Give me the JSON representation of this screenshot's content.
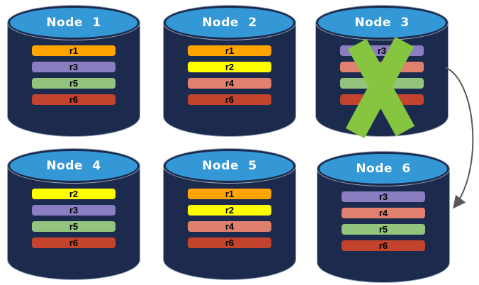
{
  "diagram": {
    "background": "#FFFFFF"
  },
  "colors": {
    "diagram_background": "#FFFFFF",
    "cylinder_body": "#1C2B4D",
    "cylinder_top": "#3498D6",
    "cylinder_outline": "#9AA7BD",
    "title_text": "#FFFFFF",
    "bar_text": "#000000",
    "x_mark": "#86C53F",
    "arrow": "#595959"
  },
  "replica_colors": {
    "r1": "#FFA400",
    "r2": "#FFFF00",
    "r3": "#8A7DC2",
    "r4": "#E0806E",
    "r5": "#93C47E",
    "r6": "#C4432C"
  },
  "nodes": [
    {
      "title": "Node 1",
      "failed": false,
      "replicas": [
        {
          "label": "r1",
          "color": "#FFA400"
        },
        {
          "label": "r3",
          "color": "#8A7DC2"
        },
        {
          "label": "r5",
          "color": "#93C47E"
        },
        {
          "label": "r6",
          "color": "#C4432C"
        }
      ]
    },
    {
      "title": "Node 2",
      "failed": false,
      "replicas": [
        {
          "label": "r1",
          "color": "#FFA400"
        },
        {
          "label": "r2",
          "color": "#FFFF00"
        },
        {
          "label": "r4",
          "color": "#E0806E"
        },
        {
          "label": "r6",
          "color": "#C4432C"
        }
      ]
    },
    {
      "title": "Node 3",
      "failed": true,
      "replicas": [
        {
          "label": "r3",
          "color": "#8A7DC2"
        },
        {
          "label": "r4",
          "color": "#E0806E"
        },
        {
          "label": "r5",
          "color": "#93C47E"
        },
        {
          "label": "r6",
          "color": "#C4432C"
        }
      ]
    },
    {
      "title": "Node 4",
      "failed": false,
      "replicas": [
        {
          "label": "r2",
          "color": "#FFFF00"
        },
        {
          "label": "r3",
          "color": "#8A7DC2"
        },
        {
          "label": "r5",
          "color": "#93C47E"
        },
        {
          "label": "r6",
          "color": "#C4432C"
        }
      ]
    },
    {
      "title": "Node 5",
      "failed": false,
      "replicas": [
        {
          "label": "r1",
          "color": "#FFA400"
        },
        {
          "label": "r2",
          "color": "#FFFF00"
        },
        {
          "label": "r4",
          "color": "#E0806E"
        },
        {
          "label": "r6",
          "color": "#C4432C"
        }
      ]
    },
    {
      "title": "Node 6",
      "failed": false,
      "replicas": [
        {
          "label": "r3",
          "color": "#8A7DC2"
        },
        {
          "label": "r4",
          "color": "#E0806E"
        },
        {
          "label": "r5",
          "color": "#93C47E"
        },
        {
          "label": "r6",
          "color": "#C4432C"
        }
      ]
    }
  ],
  "annotations": {
    "failed_node": "Node 3",
    "arrow_from": "Node 3",
    "arrow_to": "Node 6"
  }
}
